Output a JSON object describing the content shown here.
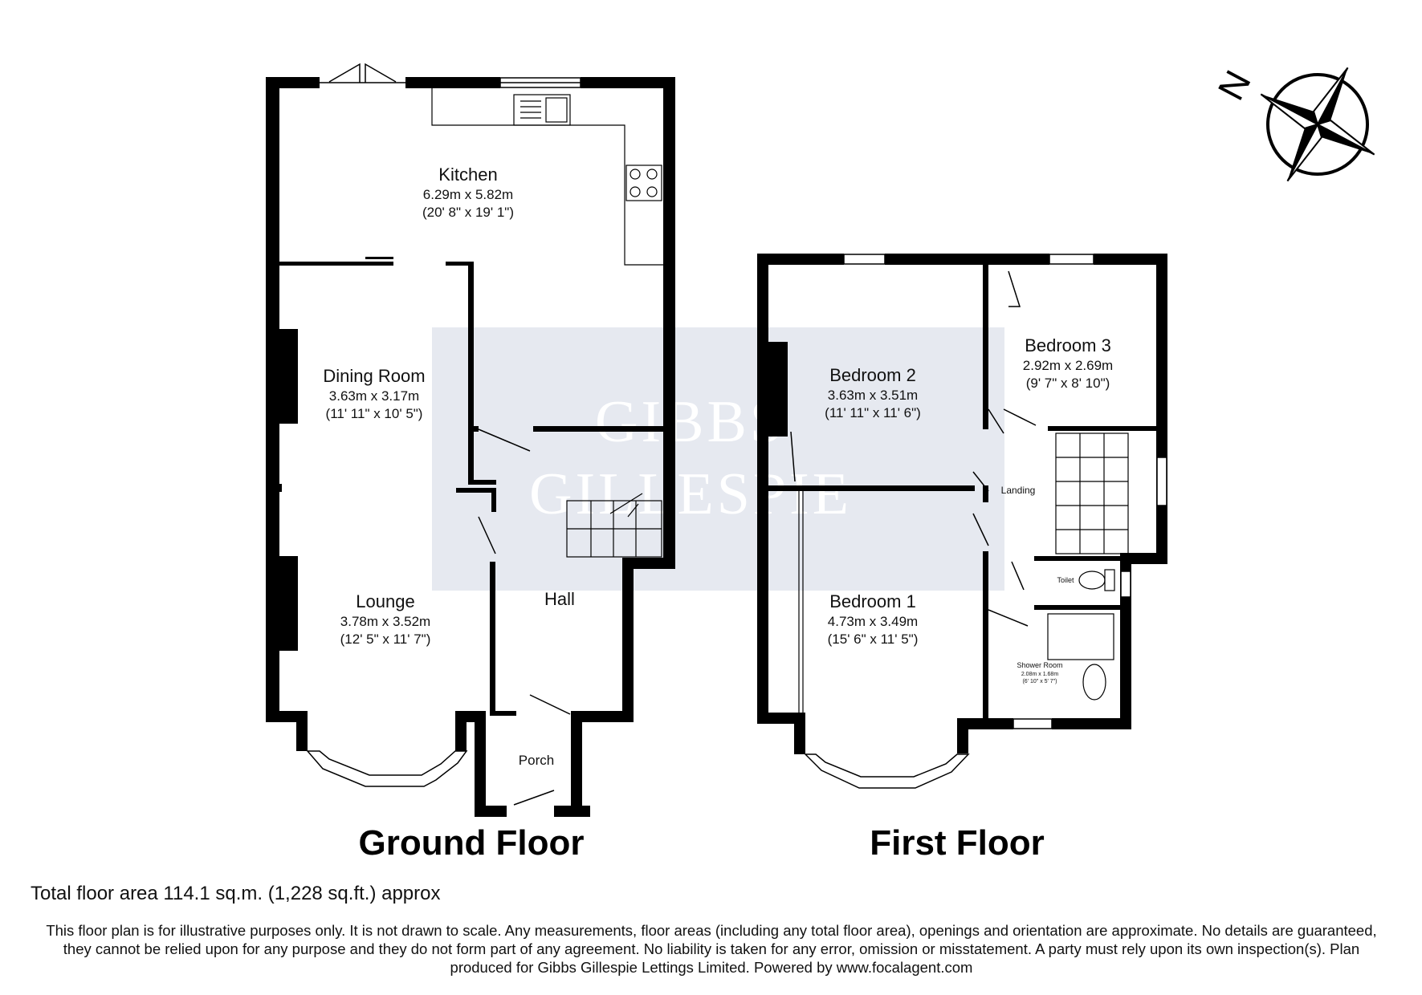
{
  "rooms": {
    "kitchen": {
      "name": "Kitchen",
      "metric": "6.29m x 5.82m",
      "imperial": "(20' 8\" x 19' 1\")"
    },
    "dining": {
      "name": "Dining Room",
      "metric": "3.63m x 3.17m",
      "imperial": "(11' 11\" x 10' 5\")"
    },
    "lounge": {
      "name": "Lounge",
      "metric": "3.78m x 3.52m",
      "imperial": "(12' 5\" x 11' 7\")"
    },
    "hall": {
      "name": "Hall"
    },
    "porch": {
      "name": "Porch"
    },
    "bedroom2": {
      "name": "Bedroom 2",
      "metric": "3.63m x 3.51m",
      "imperial": "(11' 11\" x 11' 6\")"
    },
    "bedroom3": {
      "name": "Bedroom 3",
      "metric": "2.92m x 2.69m",
      "imperial": "(9' 7\" x 8' 10\")"
    },
    "bedroom1": {
      "name": "Bedroom 1",
      "metric": "4.73m x 3.49m",
      "imperial": "(15' 6\" x 11' 5\")"
    },
    "landing": {
      "name": "Landing"
    },
    "toilet": {
      "name": "Toilet"
    },
    "shower": {
      "name": "Shower Room",
      "metric": "2.08m x 1.68m",
      "imperial": "(6' 10\" x 5' 7\")"
    }
  },
  "floors": {
    "ground": "Ground Floor",
    "first": "First Floor"
  },
  "compass": {
    "north_label": "N"
  },
  "watermark": {
    "line1": "GIBBS",
    "line2": "GILLESPIE"
  },
  "total_area": "Total floor area 114.1 sq.m. (1,228 sq.ft.) approx",
  "disclaimer": "This floor plan is for illustrative purposes only. It is not drawn to scale. Any measurements, floor areas (including any total floor area), openings and orientation are approximate. No details are guaranteed, they cannot be relied upon for any purpose and they do not form part of any agreement. No liability is taken for any error, omission or misstatement. A party must rely upon its own inspection(s). Plan produced for Gibbs Gillespie Lettings Limited. Powered by www.focalagent.com",
  "colors": {
    "wall": "#000000",
    "watermark_panel": "#e6e9f0",
    "background": "#ffffff"
  }
}
